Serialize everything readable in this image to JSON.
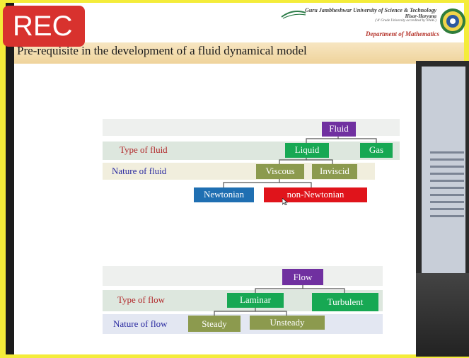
{
  "recording": {
    "label": "REC"
  },
  "header": {
    "university_name": "Guru Jambheshwar University of Science & Technology",
    "university_place": "Hisar-Haryana",
    "university_note": "('A' Grade University accredited by NAAC)",
    "department": "Department of Mathematics"
  },
  "slide": {
    "title": "Pre-requisite in the development of  a fluid dynamical model"
  },
  "fluid_tree": {
    "row_labels": {
      "type": "Type of fluid",
      "nature": "Nature of fluid"
    },
    "nodes": {
      "root": "Fluid",
      "liquid": "Liquid",
      "gas": "Gas",
      "viscous": "Viscous",
      "inviscid": "Inviscid",
      "newtonian": "Newtonian",
      "non_newtonian": "non-Newtonian"
    }
  },
  "flow_tree": {
    "row_labels": {
      "type": "Type of flow",
      "nature": "Nature of flow"
    },
    "nodes": {
      "root": "Flow",
      "laminar": "Laminar",
      "turbulent": "Turbulent",
      "steady": "Steady",
      "unsteady": "Unsteady"
    }
  },
  "colors": {
    "purple": "#7030a0",
    "green": "#17a853",
    "olive": "#8c9a4e",
    "blue": "#1f6fb2",
    "red": "#e0141b"
  }
}
